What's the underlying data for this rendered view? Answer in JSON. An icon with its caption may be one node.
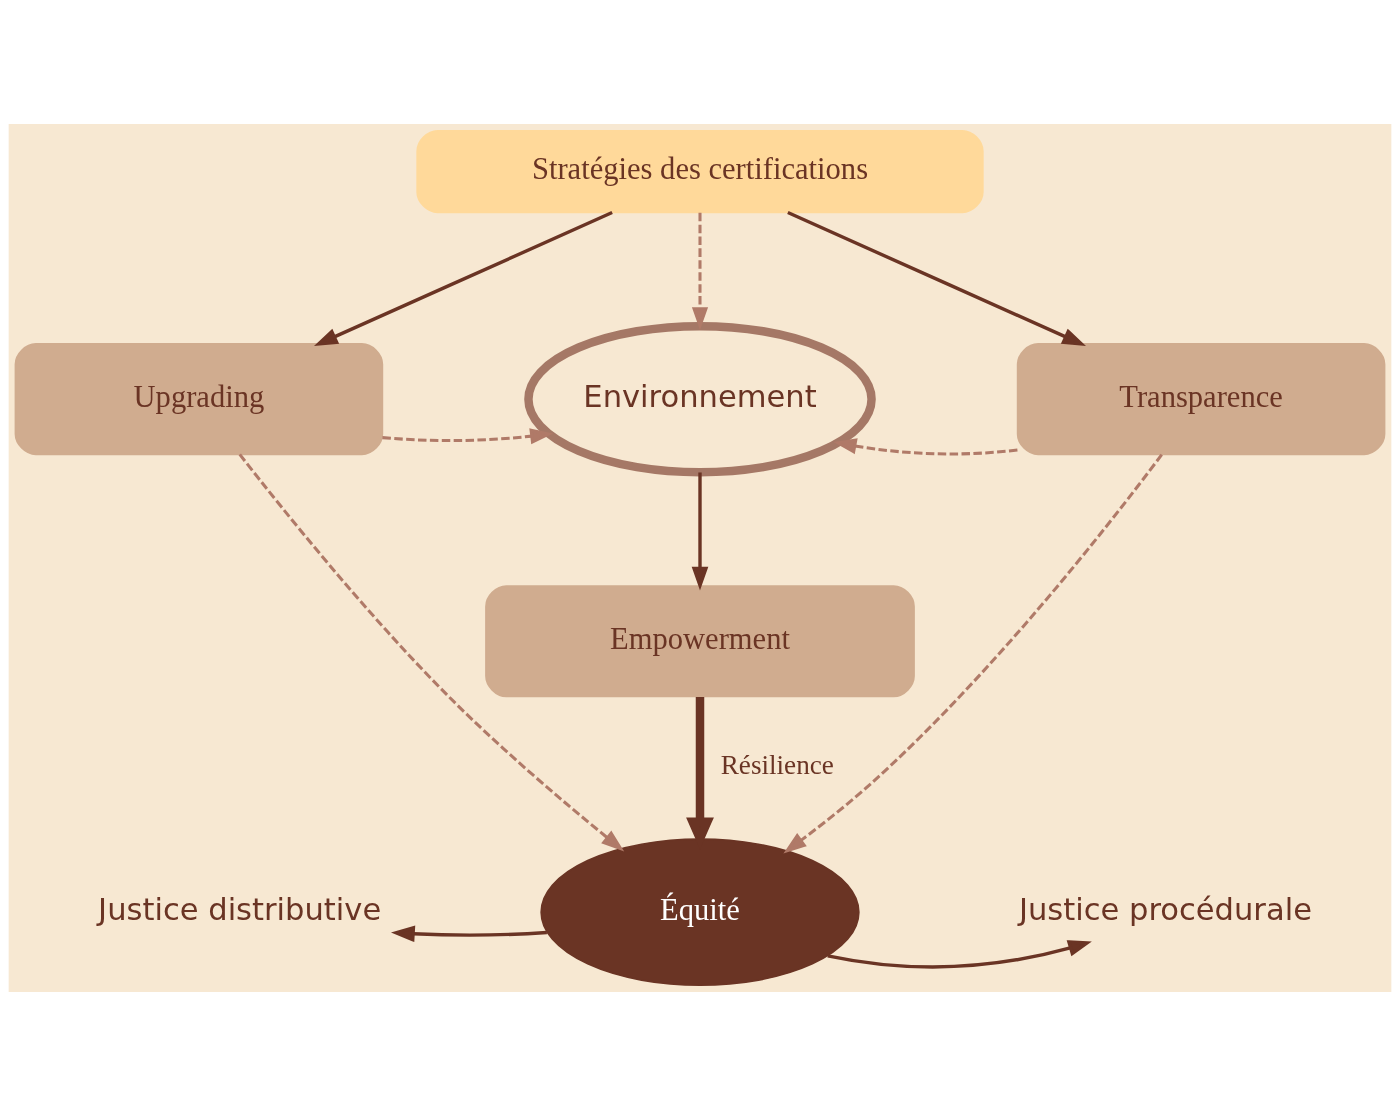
{
  "diagram": {
    "nodes": [
      {
        "text": [
          "Stratégies des certifications"
        ]
      },
      {
        "text": [
          "Upgrading"
        ]
      },
      {
        "text": [
          "Environnement"
        ]
      },
      {
        "text": [
          "Transparence"
        ]
      },
      {
        "text": [
          "Empowerment"
        ]
      },
      {
        "text": [
          "Équité"
        ]
      },
      {
        "text": [
          "Justice distributive"
        ]
      },
      {
        "text": [
          "Justice procédurale"
        ]
      }
    ],
    "edges": [
      {
        "from": 0,
        "to": 1,
        "arrow": "to"
      },
      {
        "from": 0,
        "to": 2,
        "arrow": "to",
        "style": "dashed",
        "color": "#b07a68"
      },
      {
        "from": 0,
        "to": 3,
        "arrow": "to"
      },
      {
        "from": 1,
        "to": 2,
        "arrow": "to",
        "style": "dashed",
        "color": "#b07a68"
      },
      {
        "from": 3,
        "to": 2,
        "arrow": "to",
        "style": "dashed",
        "color": "#b07a68"
      },
      {
        "from": 2,
        "to": 4,
        "arrow": "to"
      },
      {
        "from": 4,
        "to": 5,
        "arrow": "to",
        "style": "thick",
        "label": "Résilience"
      },
      {
        "from": 1,
        "to": 5,
        "arrow": "to",
        "style": "dashed",
        "color": "#b07a68"
      },
      {
        "from": 3,
        "to": 5,
        "arrow": "to",
        "style": "dashed",
        "color": "#b07a68"
      },
      {
        "from": 5,
        "to": 6,
        "arrow": "to"
      },
      {
        "from": 5,
        "to": 7,
        "arrow": "to"
      }
    ]
  }
}
